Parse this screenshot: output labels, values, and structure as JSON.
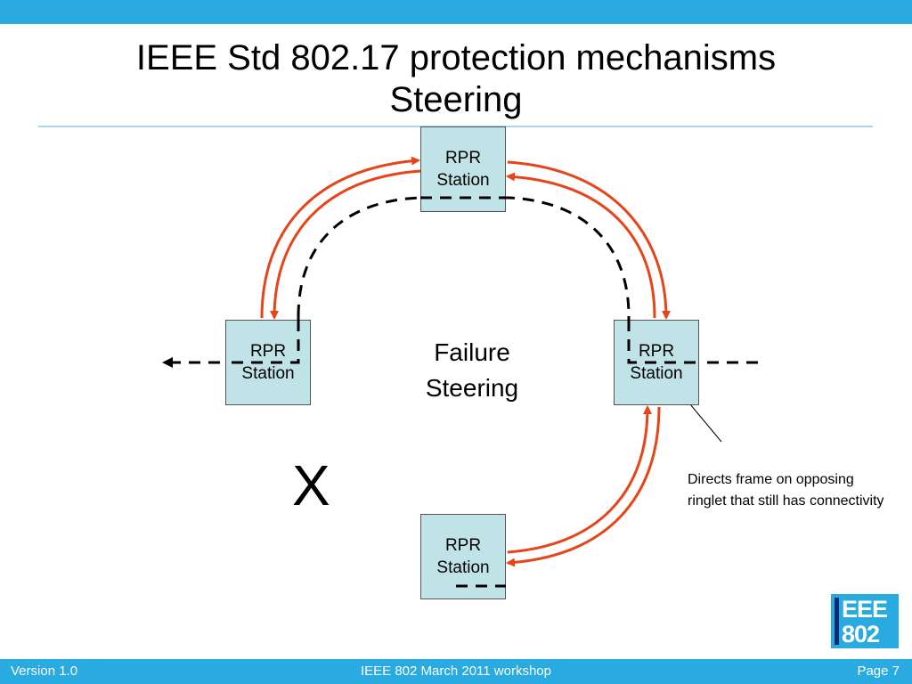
{
  "slide": {
    "title_line1": "IEEE Std 802.17 protection mechanisms",
    "title_line2": "Steering"
  },
  "stations": {
    "top": {
      "line1": "RPR",
      "line2": "Station"
    },
    "left": {
      "line1": "RPR",
      "line2": "Station"
    },
    "right": {
      "line1": "RPR",
      "line2": "Station"
    },
    "bottom": {
      "line1": "RPR",
      "line2": "Station"
    }
  },
  "center_label": {
    "line1": "Failure",
    "line2": "Steering"
  },
  "failure_mark": "X",
  "annotation": "Directs frame on opposing ringlet that still has connectivity",
  "logo": {
    "line1": "EEE",
    "line2": "802"
  },
  "footer": {
    "version": "Version 1.0",
    "event": "IEEE 802 March 2011 workshop",
    "page": "Page 7"
  },
  "colors": {
    "accent_bar": "#29abe2",
    "station_fill": "#bfe3e6",
    "ring_arrow": "#e8441a",
    "steered_path": "#000000"
  }
}
